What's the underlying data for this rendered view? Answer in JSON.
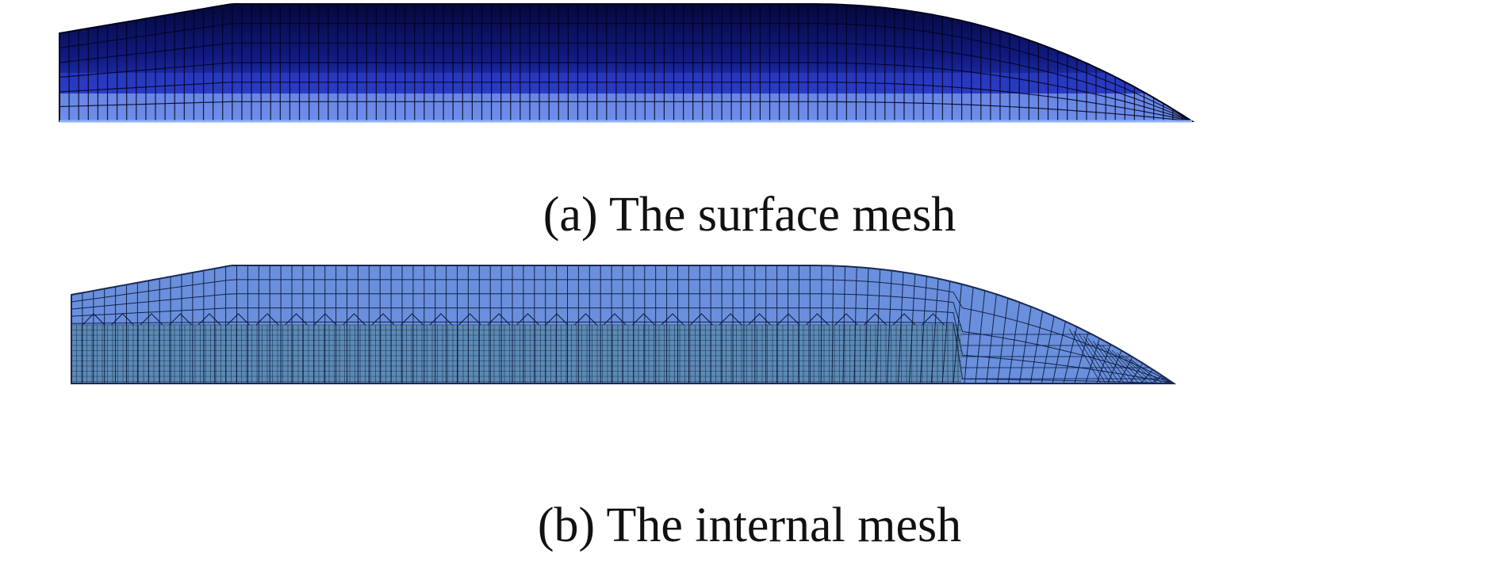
{
  "panels": [
    {
      "id": "a",
      "caption": "(a) The surface mesh",
      "kind": "surface",
      "colors": {
        "top": "#05083a",
        "mid": "#111a80",
        "low": "#2a3cc4",
        "bottom": "#6f8ee8",
        "edge": "#02031c",
        "base_line": "#8fb0ff"
      }
    },
    {
      "id": "b",
      "caption": "(b) The internal mesh",
      "kind": "internal",
      "colors": {
        "fill": "#6a8fdc",
        "fine_fill": "#5c8ab4",
        "edge": "#0a1a3a",
        "outline": "#1a2a55"
      }
    }
  ]
}
